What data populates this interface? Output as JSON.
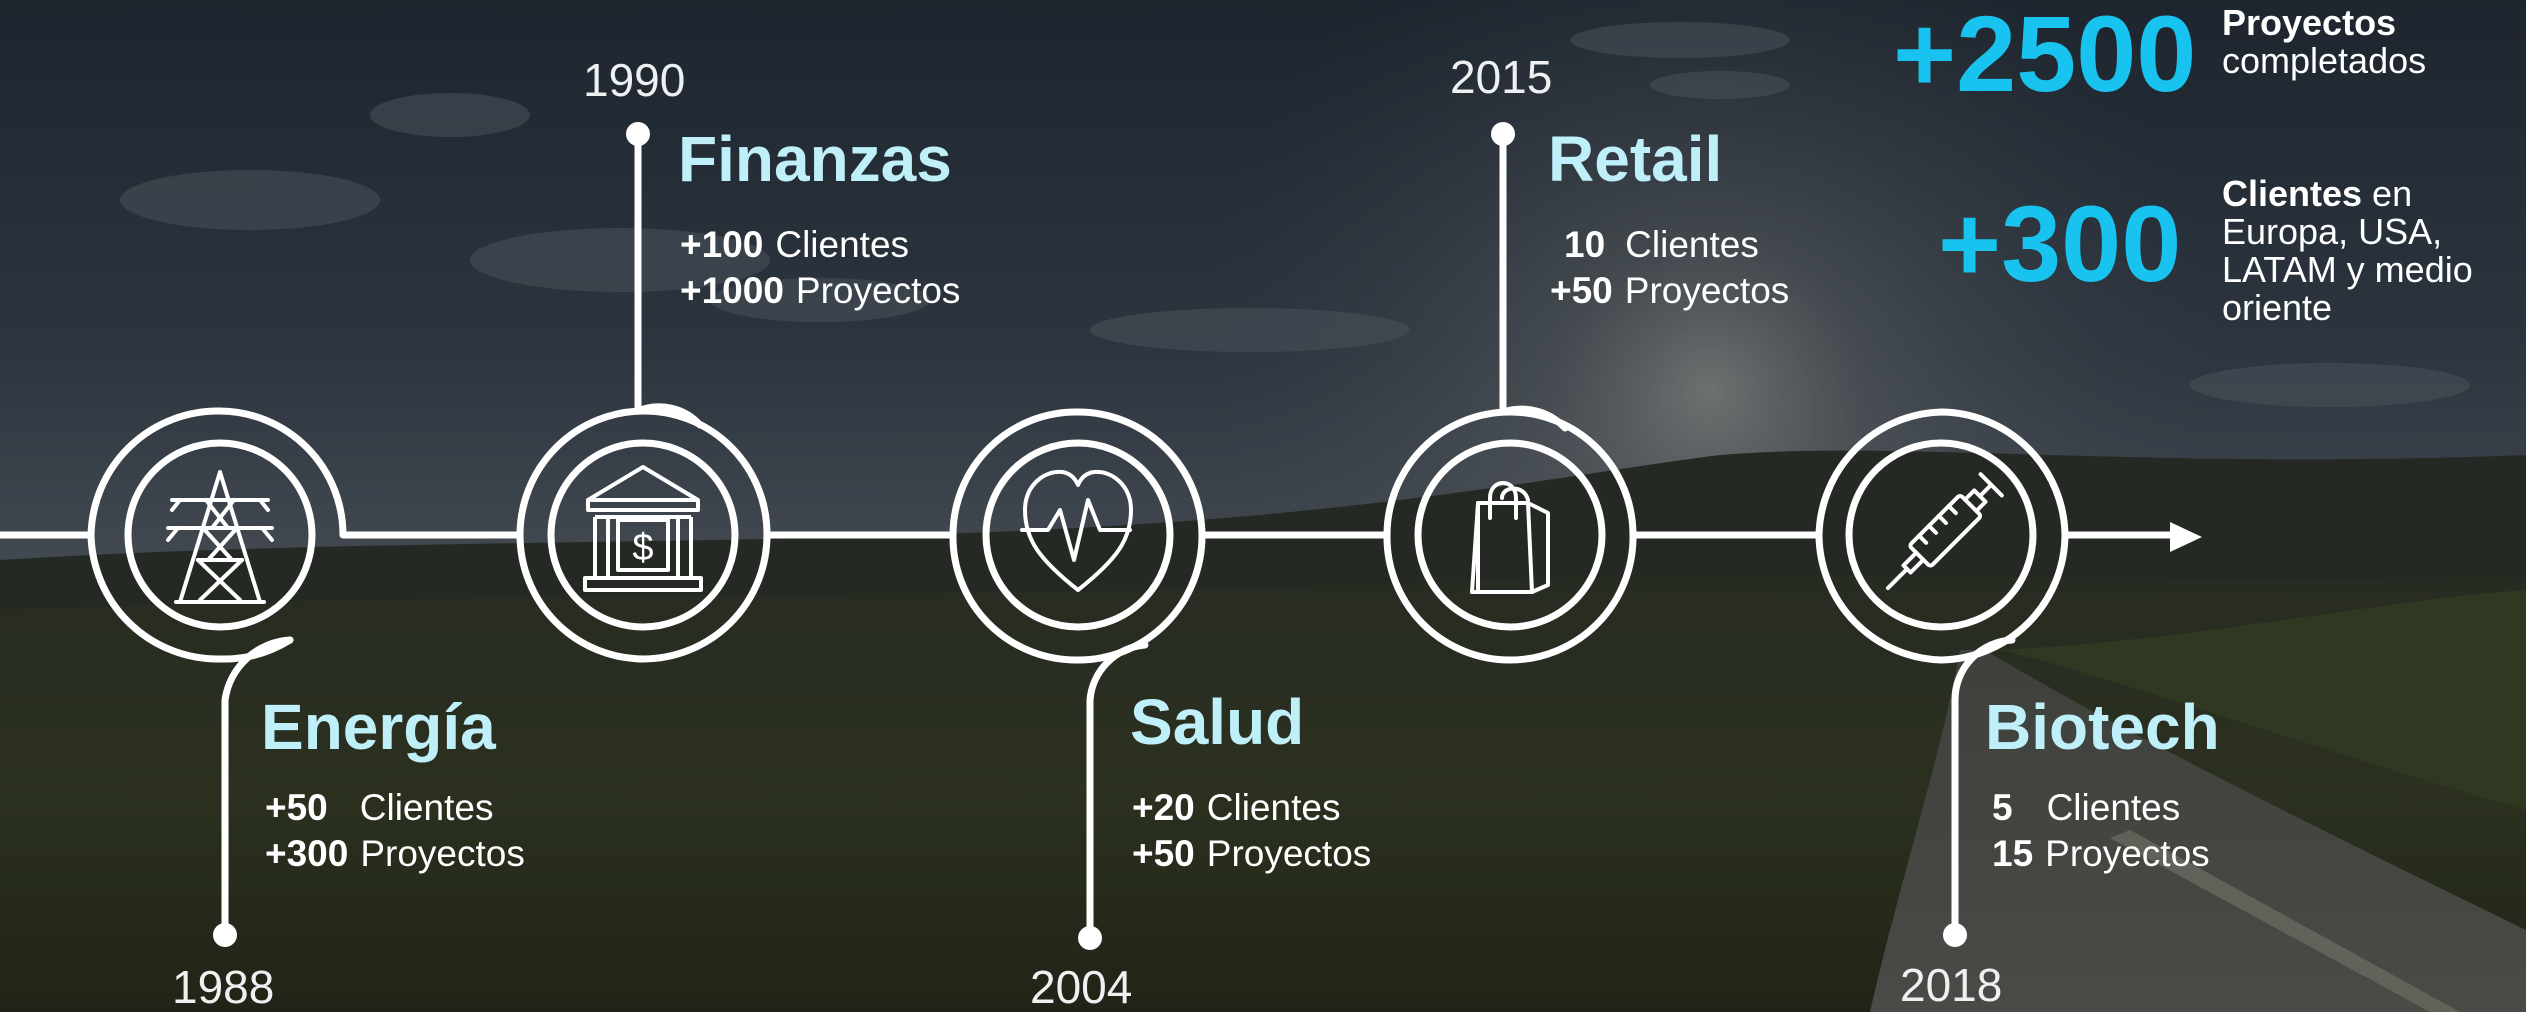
{
  "colors": {
    "accent": "#19c3f0",
    "title": "#bff0fa",
    "line": "#ffffff"
  },
  "milestones": [
    {
      "year": "1988",
      "title": "Energía",
      "icon": "power-tower-icon",
      "stats": [
        {
          "value": "+50",
          "label": "Clientes"
        },
        {
          "value": "+300",
          "label": "Proyectos"
        }
      ]
    },
    {
      "year": "1990",
      "title": "Finanzas",
      "icon": "bank-icon",
      "stats": [
        {
          "value": "+100",
          "label": "Clientes"
        },
        {
          "value": "+1000",
          "label": "Proyectos"
        }
      ]
    },
    {
      "year": "2004",
      "title": "Salud",
      "icon": "heart-pulse-icon",
      "stats": [
        {
          "value": "+20",
          "label": "Clientes"
        },
        {
          "value": "+50",
          "label": "Proyectos"
        }
      ]
    },
    {
      "year": "2015",
      "title": "Retail",
      "icon": "shopping-bag-icon",
      "stats": [
        {
          "value": "10",
          "label": "Clientes"
        },
        {
          "value": "+50",
          "label": "Proyectos"
        }
      ]
    },
    {
      "year": "2018",
      "title": "Biotech",
      "icon": "syringe-icon",
      "stats": [
        {
          "value": "5",
          "label": "Clientes"
        },
        {
          "value": "15",
          "label": "Proyectos"
        }
      ]
    }
  ],
  "summary": [
    {
      "value": "+2500",
      "bold": "Proyectos",
      "lines": [
        "completados"
      ]
    },
    {
      "value": "+300",
      "bold": "Clientes",
      "bold_tail": " en",
      "lines": [
        "Europa, USA,",
        "LATAM y medio",
        "oriente"
      ]
    }
  ]
}
